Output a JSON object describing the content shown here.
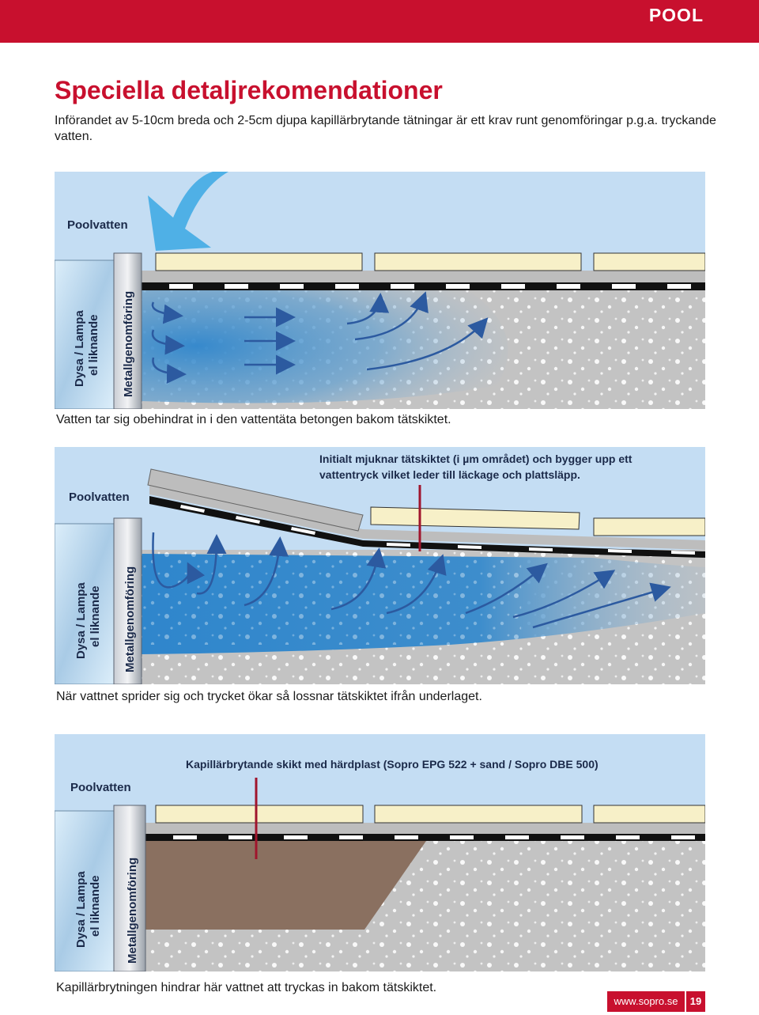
{
  "header": {
    "section": "POOL"
  },
  "title": "Speciella detaljrekomendationer",
  "intro": "Införandet av 5-10cm breda och 2-5cm djupa kapillärbrytande tätningar är ett krav runt genomföringar p.g.a. tryckande vatten.",
  "figures": [
    {
      "pool_label": "Poolvatten",
      "nozzle_label_line1": "Dysa / Lampa",
      "nozzle_label_line2": "el liknande",
      "metal_label": "Metallgenomföring",
      "caption": "Vatten tar sig obehindrat in i den vattentäta betongen bakom tätskiktet."
    },
    {
      "pool_label": "Poolvatten",
      "nozzle_label_line1": "Dysa / Lampa",
      "nozzle_label_line2": "el liknande",
      "metal_label": "Metallgenomföring",
      "note_line1": "Initialt mjuknar tätskiktet (i µm området) och bygger upp ett",
      "note_line2": "vattentryck vilket leder till läckage och plattsläpp.",
      "caption": "När vattnet sprider sig och trycket ökar så lossnar tätskiktet ifrån underlaget."
    },
    {
      "pool_label": "Poolvatten",
      "nozzle_label_line1": "Dysa / Lampa",
      "nozzle_label_line2": "el liknande",
      "metal_label": "Metallgenomföring",
      "note_line1": "Kapillärbrytande skikt med härdplast (Sopro EPG 522 + sand / Sopro DBE 500)",
      "caption": "Kapillärbrytningen hindrar här vattnet att tryckas in bakom tätskiktet."
    }
  ],
  "footer": {
    "url": "www.sopro.se",
    "page_number": "19"
  },
  "colors": {
    "brand_red": "#c8102e",
    "pool_sky": "#c4ddf3",
    "concrete": "#c3c3c3",
    "water": "#3b8ed0",
    "tile": "#f7f0c8",
    "sealant": "#8a7060",
    "arrow": "#2c5aa0"
  }
}
